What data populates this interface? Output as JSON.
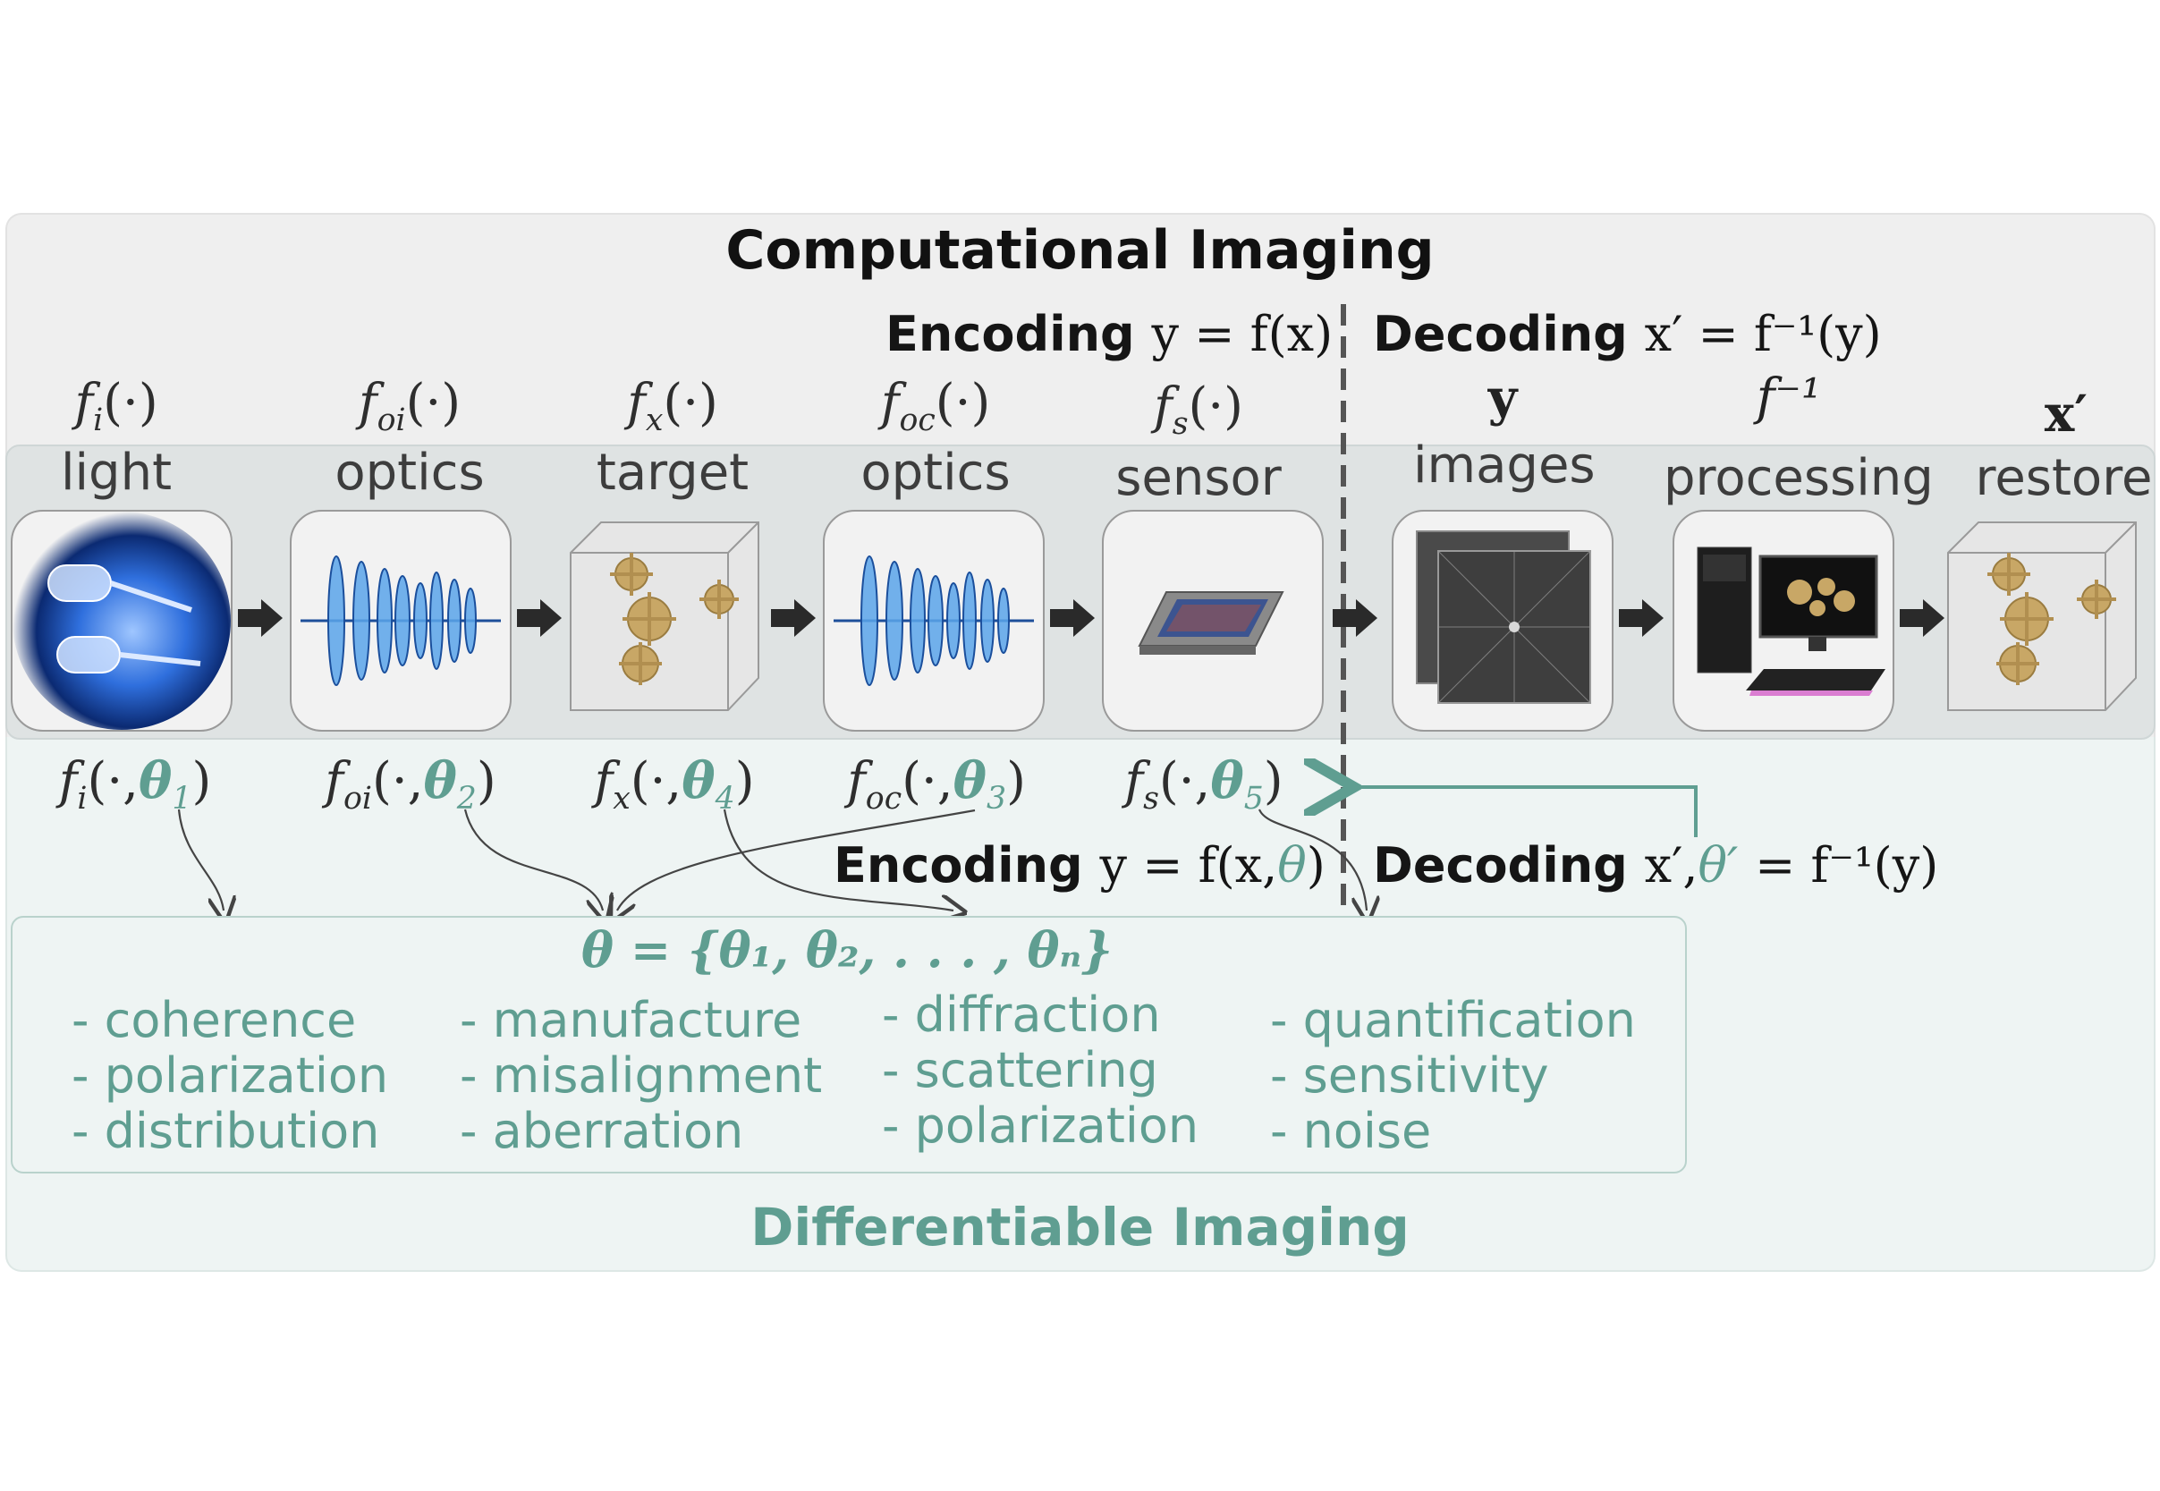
{
  "titles": {
    "computational": "Computational Imaging",
    "differentiable": "Differentiable Imaging"
  },
  "encoding_top": {
    "word": "Encoding",
    "eq": "y = f(x)"
  },
  "decoding_top": {
    "word": "Decoding",
    "eq": "x′ = f⁻¹(y)"
  },
  "encoding_bottom": {
    "word": "Encoding",
    "eq_a": "y = f(x,",
    "eq_theta": "θ",
    "eq_b": ")"
  },
  "decoding_bottom": {
    "word": "Decoding",
    "eq_a": "x′,",
    "eq_theta": "θ′",
    "eq_b": "= f⁻¹(y)"
  },
  "stages": [
    {
      "fn": "f",
      "sub": "i",
      "arg": "(·)",
      "label": "light"
    },
    {
      "fn": "f",
      "sub": "oi",
      "arg": "(·)",
      "label": "optics"
    },
    {
      "fn": "f",
      "sub": "x",
      "arg": "(·)",
      "label": "target"
    },
    {
      "fn": "f",
      "sub": "oc",
      "arg": "(·)",
      "label": "optics"
    },
    {
      "fn": "f",
      "sub": "s",
      "arg": "(·)",
      "label": "sensor"
    }
  ],
  "decode_stages": [
    {
      "sym": "y",
      "label": "images"
    },
    {
      "sym": "f⁻¹",
      "label": "processing"
    },
    {
      "sym": "x′",
      "label": "restore"
    }
  ],
  "param_fns": [
    {
      "fn": "f",
      "sub": "i",
      "arg": "(·,",
      "theta": "θ",
      "tsub": "1",
      "close": ")"
    },
    {
      "fn": "f",
      "sub": "oi",
      "arg": "(·,",
      "theta": "θ",
      "tsub": "2",
      "close": ")"
    },
    {
      "fn": "f",
      "sub": "x",
      "arg": "(·,",
      "theta": "θ",
      "tsub": "4",
      "close": ")"
    },
    {
      "fn": "f",
      "sub": "oc",
      "arg": "(·,",
      "theta": "θ",
      "tsub": "3",
      "close": ")"
    },
    {
      "fn": "f",
      "sub": "s",
      "arg": "(·,",
      "theta": "θ",
      "tsub": "5",
      "close": ")"
    }
  ],
  "theta_set": "θ = {θ₁, θ₂, . . . , θₙ}",
  "param_lists": [
    [
      "- coherence",
      "- polarization",
      "- distribution"
    ],
    [
      "- manufacture",
      "- misalignment",
      "- aberration"
    ],
    [
      "- diffraction",
      "- scattering",
      "- polarization"
    ],
    [
      "- quantification",
      "- sensitivity",
      "- noise"
    ]
  ],
  "colors": {
    "teal": "#5f9e91",
    "arrow": "#2a2a2a",
    "dashed": "#555555"
  }
}
